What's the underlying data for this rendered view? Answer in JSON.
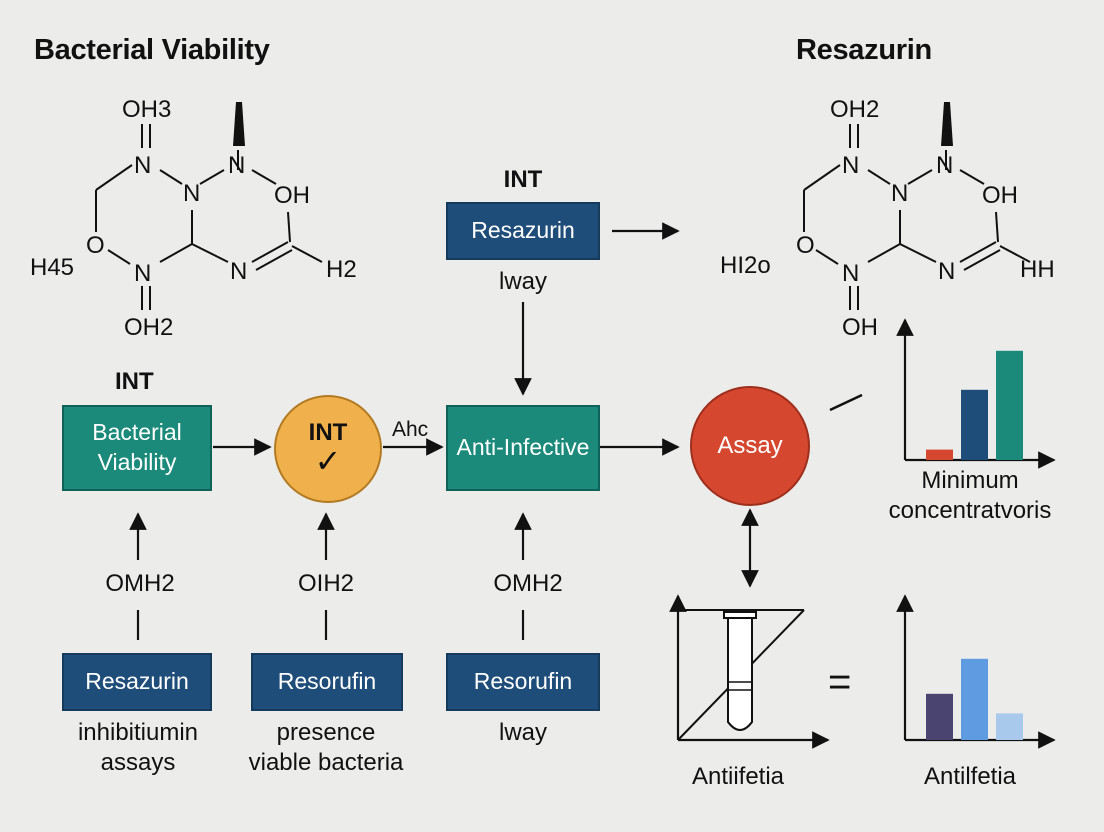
{
  "titles": {
    "left": "Bacterial Viability",
    "right": "Resazurin"
  },
  "molecule_left": {
    "top": "OH3",
    "n1": "N",
    "n2": "N",
    "n3": "N",
    "oh": "OH",
    "o": "O",
    "h45": "H45",
    "n4": "N",
    "n5": "N",
    "h2": "H2",
    "bottom": "OH2"
  },
  "molecule_right": {
    "top": "OH2",
    "n1": "N",
    "n2": "N",
    "n3": "N",
    "oh": "OH",
    "o": "O",
    "h2o": "HI2o",
    "n4": "N",
    "n5": "N",
    "hh": "HH",
    "bottom": "OH"
  },
  "top_flow": {
    "label": "INT",
    "box": "Resazurin",
    "caption": "lway"
  },
  "main_row": {
    "int_label": "INT",
    "box1": "Bacterial Viability",
    "circle_label": "INT",
    "circle_check": "✓",
    "arrow_label": "Ahc",
    "box2": "Anti-Infective",
    "assay": "Assay"
  },
  "bottom_row": [
    {
      "formula": "OMH2",
      "box": "Resazurin",
      "caption": "inhibitiumin\nassays"
    },
    {
      "formula": "OIH2",
      "box": "Resorufin",
      "caption": "presence\nviable bacteria"
    },
    {
      "formula": "OMH2",
      "box": "Resorufin",
      "caption": "lway"
    }
  ],
  "chart_captions": {
    "top_right": "Minimum\nconcentratvoris",
    "bottom_middle": "Antiifetia",
    "bottom_right": "Antilfetia",
    "equals": "="
  },
  "chart_data": [
    {
      "type": "bar",
      "categories": [
        "",
        "",
        ""
      ],
      "values": [
        0.8,
        5.4,
        8.4
      ],
      "ylim": [
        0,
        10
      ],
      "colors": [
        "#d5472f",
        "#1f4d79",
        "#1b8a7a"
      ],
      "xlabel": "Minimum\nconcentratvoris"
    },
    {
      "type": "bar",
      "categories": [
        "",
        "",
        ""
      ],
      "values": [
        3.3,
        5.8,
        1.9
      ],
      "ylim": [
        0,
        10
      ],
      "colors": [
        "#4a4570",
        "#5e9be0",
        "#a8c8ec"
      ],
      "xlabel": "Antilfetia"
    }
  ],
  "colors": {
    "blue": "#1f4d79",
    "teal": "#1b8a7a",
    "orange": "#f0b04c",
    "red": "#d5472f"
  }
}
